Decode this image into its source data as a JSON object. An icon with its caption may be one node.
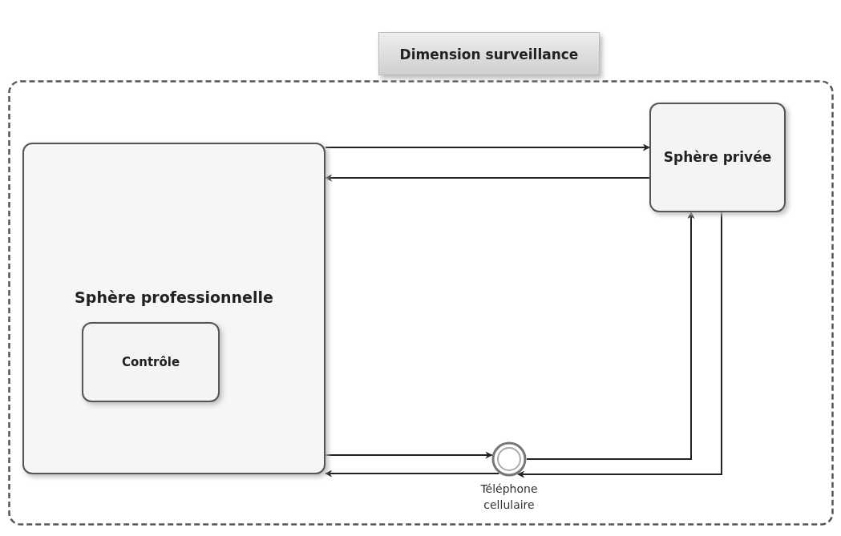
{
  "diagram": {
    "nodes": [
      {
        "text": [
          "Dimension surveillance"
        ]
      },
      {
        "text": [
          "Sphère professionnelle"
        ],
        "in": 0
      },
      {
        "text": [
          "Contrôle"
        ],
        "in": 1
      },
      {
        "text": [
          "Sphère privée"
        ],
        "in": 0
      },
      {
        "text": [],
        "shape": "circle",
        "beside": [
          "Téléphone cellulaire"
        ],
        "in": 0
      }
    ],
    "edges": [
      {
        "from": 1,
        "to": 3,
        "arrow": "to"
      },
      {
        "from": 3,
        "to": 1,
        "arrow": "to"
      },
      {
        "from": 1,
        "to": 4,
        "arrow": "to"
      },
      {
        "from": 4,
        "to": 1,
        "arrow": "to"
      },
      {
        "from": 4,
        "to": 3,
        "arrow": "to"
      },
      {
        "from": 3,
        "to": 4,
        "arrow": "to"
      }
    ]
  }
}
